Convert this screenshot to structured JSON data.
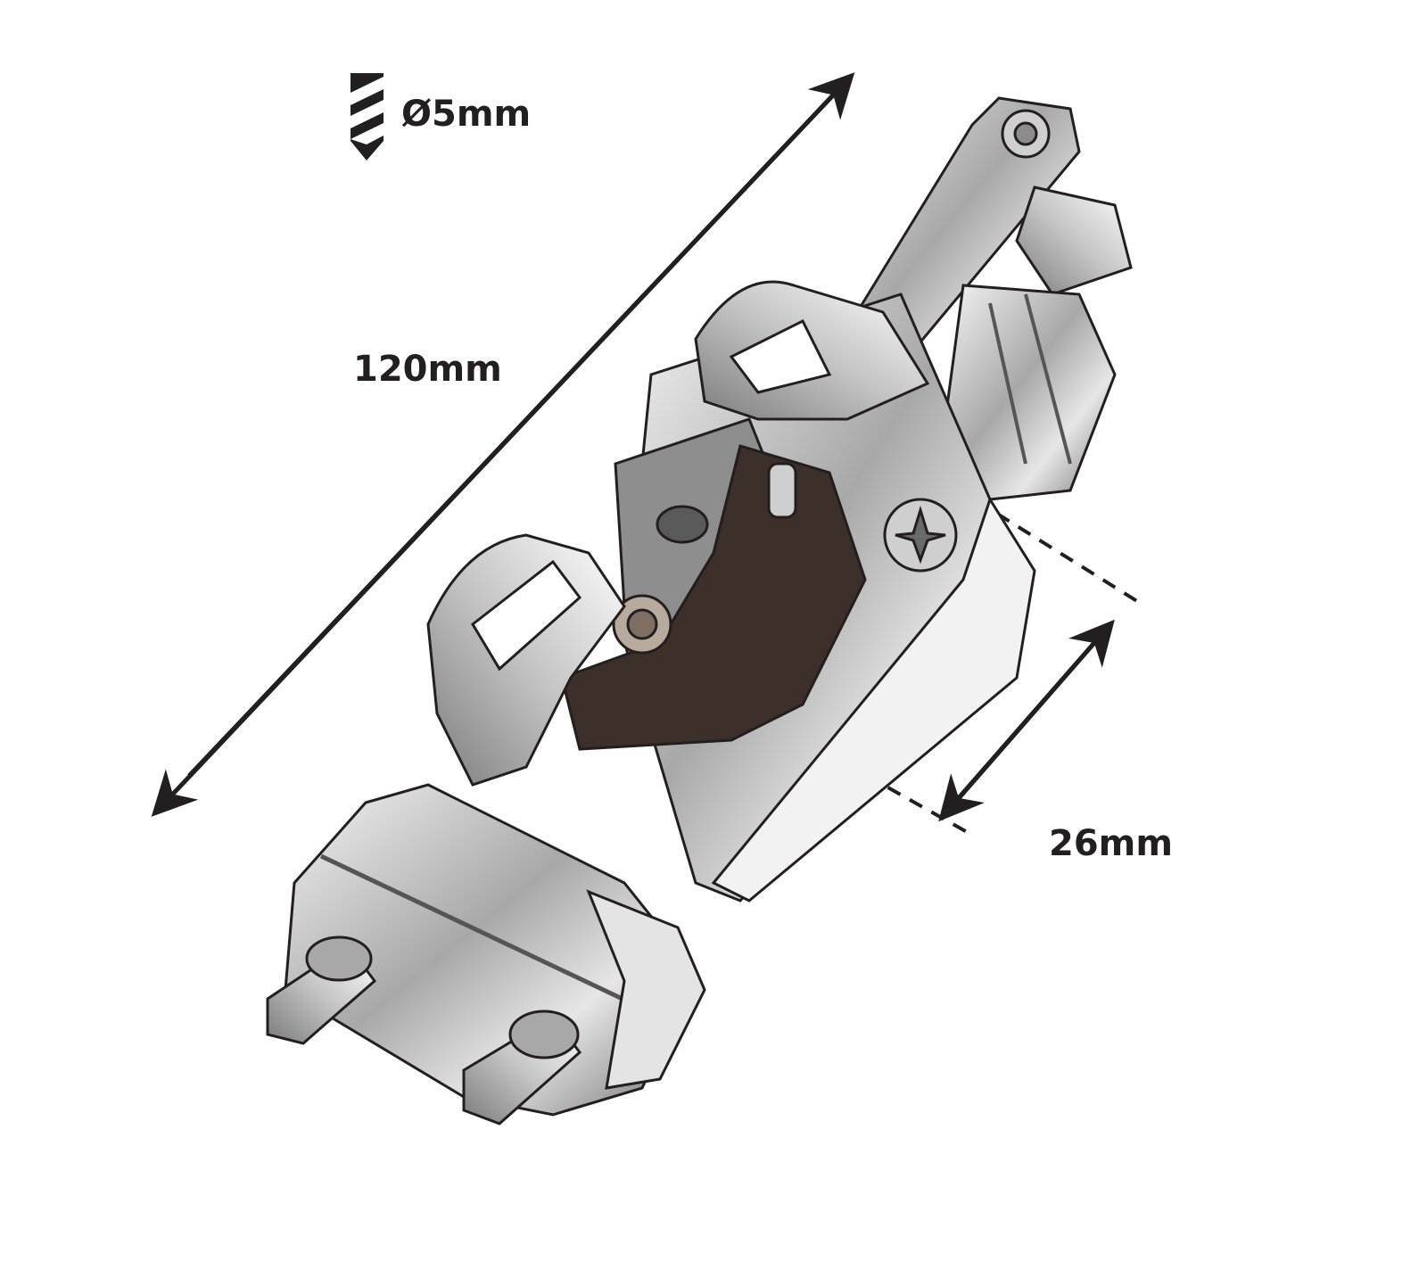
{
  "dimensions": {
    "drill_diameter": "Ø5mm",
    "length": "120mm",
    "width": "26mm"
  },
  "icons": {
    "drill": "drill-bit-icon"
  },
  "colors": {
    "ink": "#231f20",
    "metal_light": "#d9d9d9",
    "metal_mid": "#9a9a9a",
    "metal_dark": "#4a4a4a",
    "brown": "#3d2f29"
  }
}
